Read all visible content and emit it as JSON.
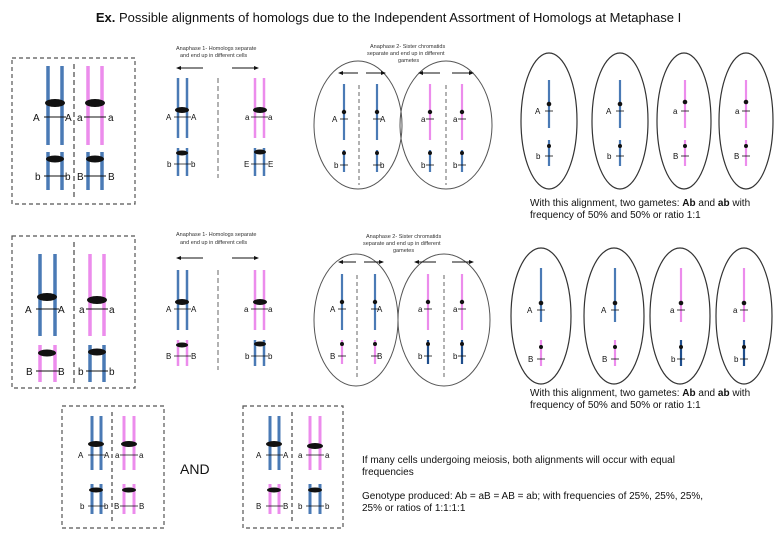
{
  "title": {
    "prefix": "Ex.",
    "text": "Possible alignments of homologs due to the Independent Assortment of Homologs at Metaphase I"
  },
  "anaphase1": {
    "line1": "Anaphase 1- Homologs separate",
    "line2": "and end up in different cells"
  },
  "anaphase2": {
    "line1": "Anaphase 2- Sister chromatids",
    "line2": "separate and end up in different",
    "line3": "gametes"
  },
  "alleles": {
    "A": "A",
    "a": "a",
    "B": "B",
    "b": "b",
    "E": "E"
  },
  "row1_caption": {
    "pre": "With this alignment, two gametes: ",
    "g1": "Ab",
    "mid": " and ",
    "g2": "ab",
    "post1": " with",
    "line2": "frequency of 50% and 50% or ratio 1:1"
  },
  "row2_caption": {
    "pre": "With this alignment, two gametes: ",
    "g1": "Ab",
    "mid": " and ",
    "g2": "ab",
    "post1": " with",
    "line2": "frequency of 50% and 50% or ratio 1:1"
  },
  "and_label": "AND",
  "summary": {
    "line1": "If many cells undergoing meiosis, both alignments will occur with equal",
    "line2": "frequencies",
    "line3": "Genotype produced: Ab = aB = AB = ab; with frequencies of 25%, 25%, 25%,",
    "line4": "25% or ratios of 1:1:1:1"
  },
  "colors": {
    "blue": "#4a7ab5",
    "pink": "#ec8cec",
    "darkblue": "#1f4e8c",
    "ink": "#111111",
    "dash": "#666666"
  }
}
